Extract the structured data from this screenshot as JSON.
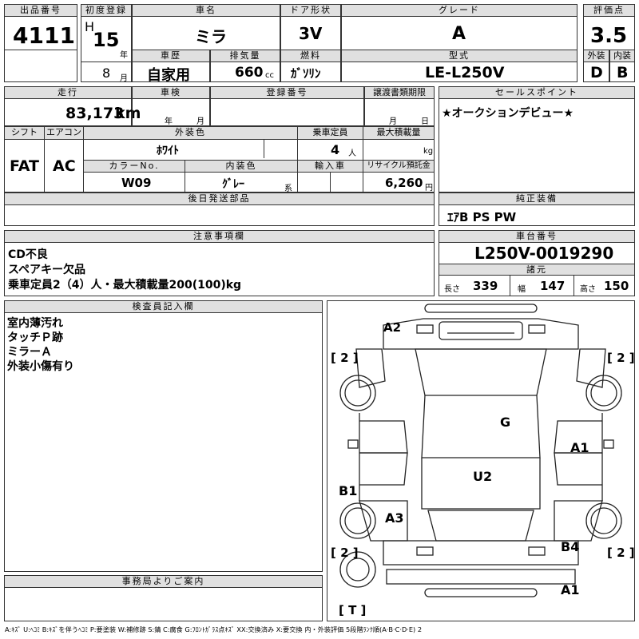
{
  "top": {
    "lot_label": "出品番号",
    "lot_number": "4111",
    "first_reg_label": "初度登録",
    "era": "H",
    "year": "15",
    "year_unit": "年",
    "month": "8",
    "month_unit": "月",
    "car_name_label": "車名",
    "car_name": "ミラ",
    "door_label": "ドア形状",
    "door": "3V",
    "grade_label": "グレード",
    "grade": "A",
    "score_label": "評価点",
    "score": "3.5",
    "history_label": "車歴",
    "history": "自家用",
    "displacement_label": "排気量",
    "displacement": "660",
    "displacement_unit": "cc",
    "fuel_label": "燃料",
    "fuel": "ｶﾞｿﾘﾝ",
    "model_label": "型式",
    "model": "LE-L250V",
    "exterior_label": "外装",
    "exterior": "D",
    "interior_label": "内装",
    "interior": "B"
  },
  "row2": {
    "mileage_label": "走行",
    "mileage": "83,173",
    "mileage_unit": "km",
    "inspection_label": "車検",
    "year_unit": "年",
    "month_unit": "月",
    "reg_label": "登録番号",
    "transfer_label": "譲渡書類期限",
    "transfer_month": "月",
    "transfer_day": "日",
    "sales_label": "セールスポイント",
    "sales_text": "★オークションデビュー★"
  },
  "row3": {
    "shift_label": "シフト",
    "shift": "FAT",
    "ac_label": "エアコン",
    "ac": "AC",
    "color_label": "外装色",
    "color": "ﾎﾜｲﾄ",
    "capacity_label": "乗車定員",
    "capacity": "4",
    "capacity_unit": "人",
    "max_load_label": "最大積載量",
    "max_load_unit": "kg",
    "color_no_label": "カラーNo.",
    "color_no": "W09",
    "int_color_label": "内装色",
    "int_color": "ｸﾞﾚｰ",
    "int_color_suffix": "系",
    "import_label": "輸入車",
    "recycle_label": "リサイクル預託金",
    "recycle": "6,260",
    "recycle_unit": "円"
  },
  "later_parts_label": "後日発送部品",
  "equipment": {
    "label": "純正装備",
    "text": "ｴｱB PS PW"
  },
  "notes": {
    "label": "注意事項欄",
    "lines": [
      "CD不良",
      "スペアキー欠品",
      "乗車定員2（4）人・最大積載量200(100)kg"
    ]
  },
  "chassis": {
    "label": "車台番号",
    "number": "L250V-0019290",
    "spec_label": "諸元",
    "length_label": "長さ",
    "length": "339",
    "width_label": "幅",
    "width": "147",
    "height_label": "高さ",
    "height": "150"
  },
  "inspector": {
    "label": "検査員記入欄",
    "lines": [
      "室内薄汚れ",
      "タッチＰ跡",
      "ミラーＡ",
      "外装小傷有り"
    ]
  },
  "diagram_marks": {
    "a2_top": "A2",
    "tire_fl": "[ 2 ]",
    "tire_fr": "[ 2 ]",
    "tire_rl": "[ 2 ]",
    "tire_rr": "[ 2 ]",
    "g": "G",
    "a1_right": "A1",
    "u2": "U2",
    "b1": "B1",
    "a3": "A3",
    "b4": "B4",
    "a1_rear": "A1",
    "t": "[ T ]"
  },
  "office_label": "事務局よりご案内",
  "legend": "A:ｷｽﾞ U:ﾍｺﾐ B:ｷｽﾞを伴うﾍｺﾐ P:要塗装 W:補修跡 S:錆 C:腐食 G:ﾌﾛﾝﾄｶﾞﾗｽ点ｷｽﾞ XX:交換済み X:要交換 内・外装評価 5段階ﾗﾝｸ順(A·B·C·D·E) 2"
}
